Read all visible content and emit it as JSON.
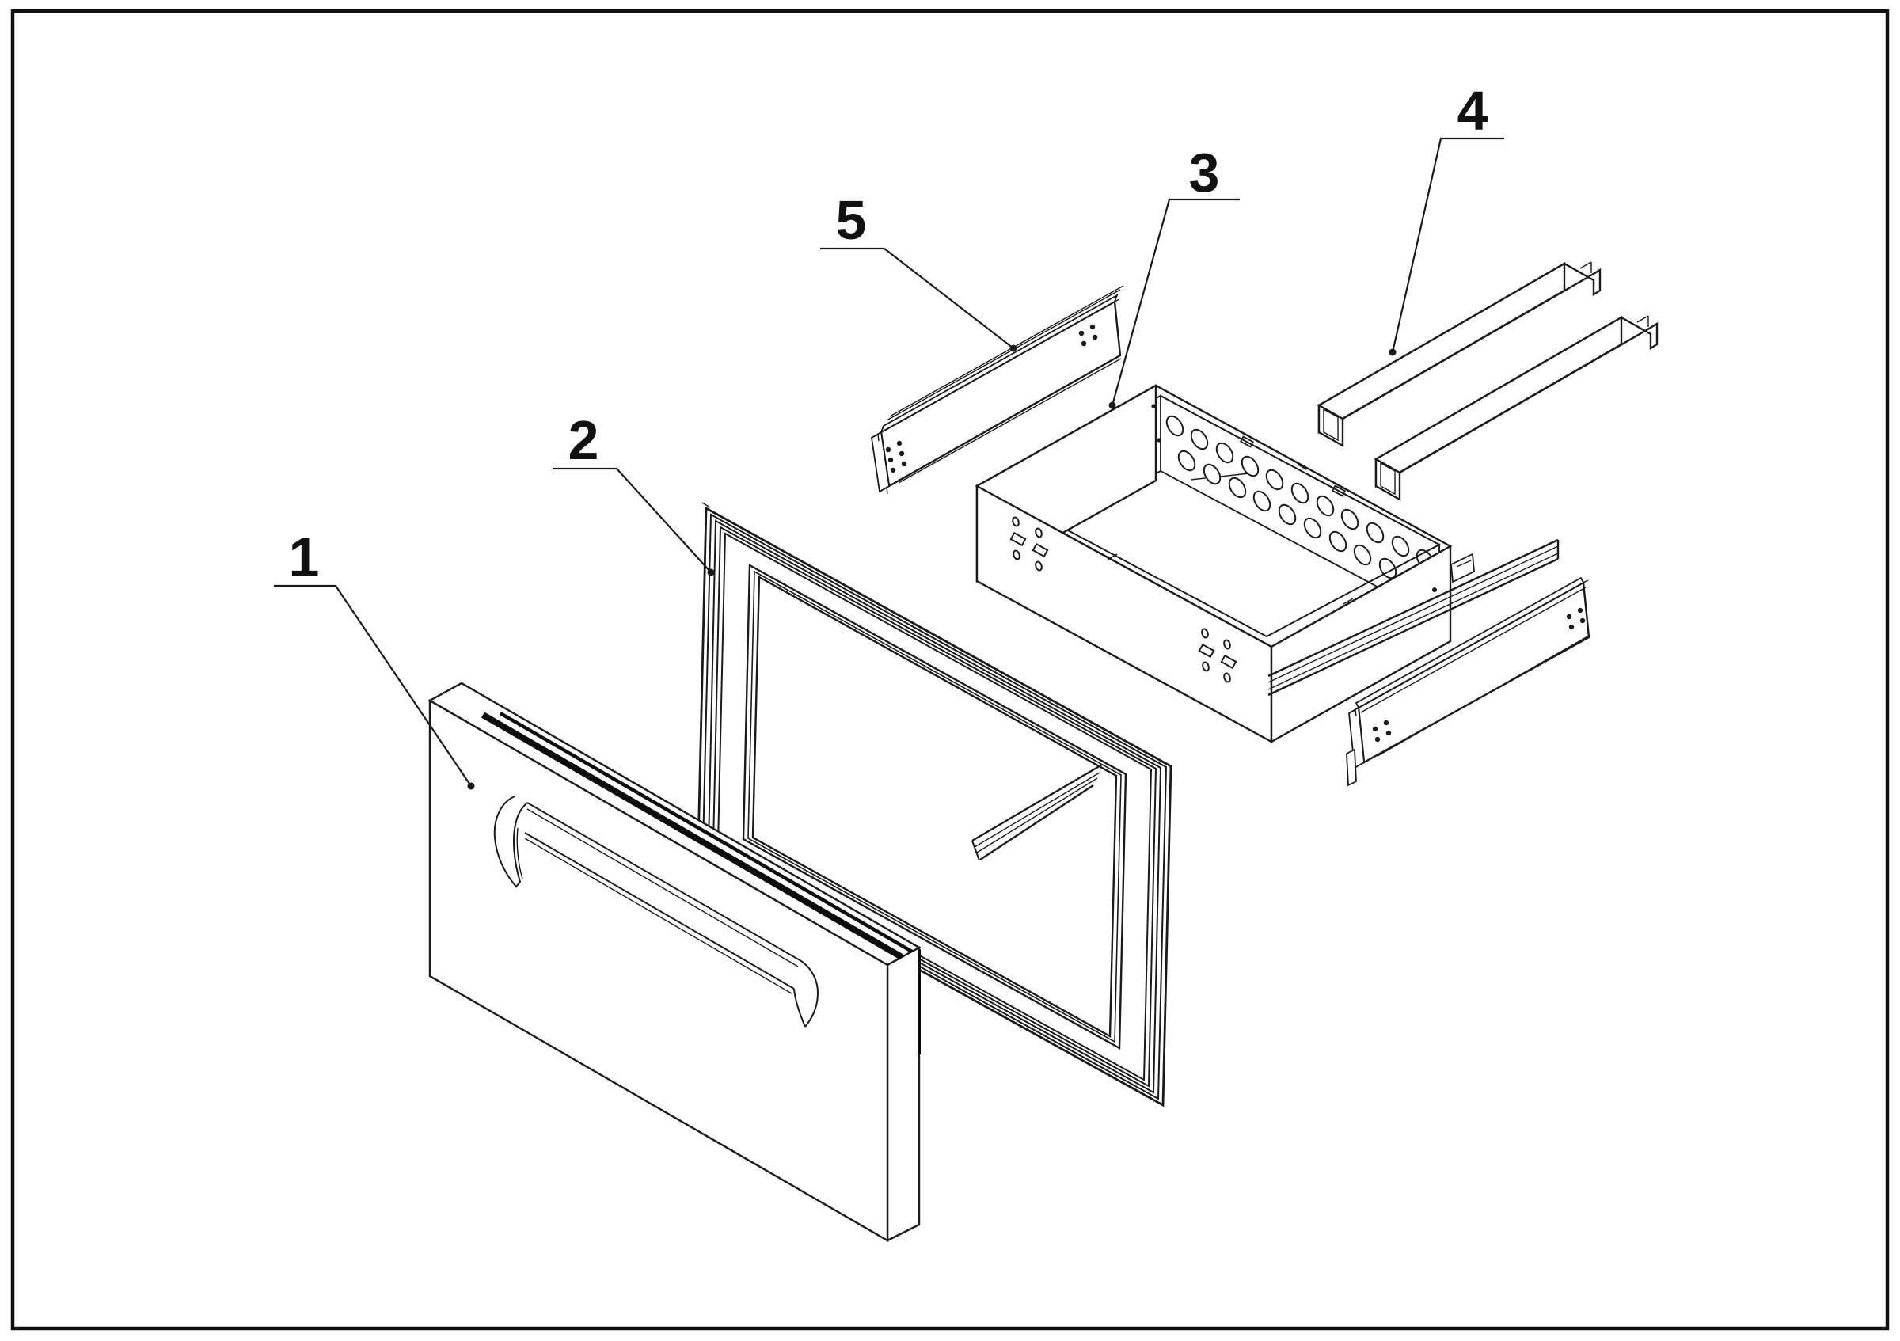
{
  "figure": {
    "type": "exploded-assembly-technical-drawing",
    "subject": "warming-drawer-assembly",
    "background": "#ffffff",
    "line_color": "#1a1a1a",
    "dark_accent": "#0c0c0c"
  },
  "callouts": [
    {
      "number": "1",
      "part": "drawer-front-panel"
    },
    {
      "number": "2",
      "part": "gasket-seal-frame"
    },
    {
      "number": "3",
      "part": "perforated-drawer-basket"
    },
    {
      "number": "4",
      "part": "support-bar"
    },
    {
      "number": "5",
      "part": "mounting-channel-rail"
    }
  ]
}
